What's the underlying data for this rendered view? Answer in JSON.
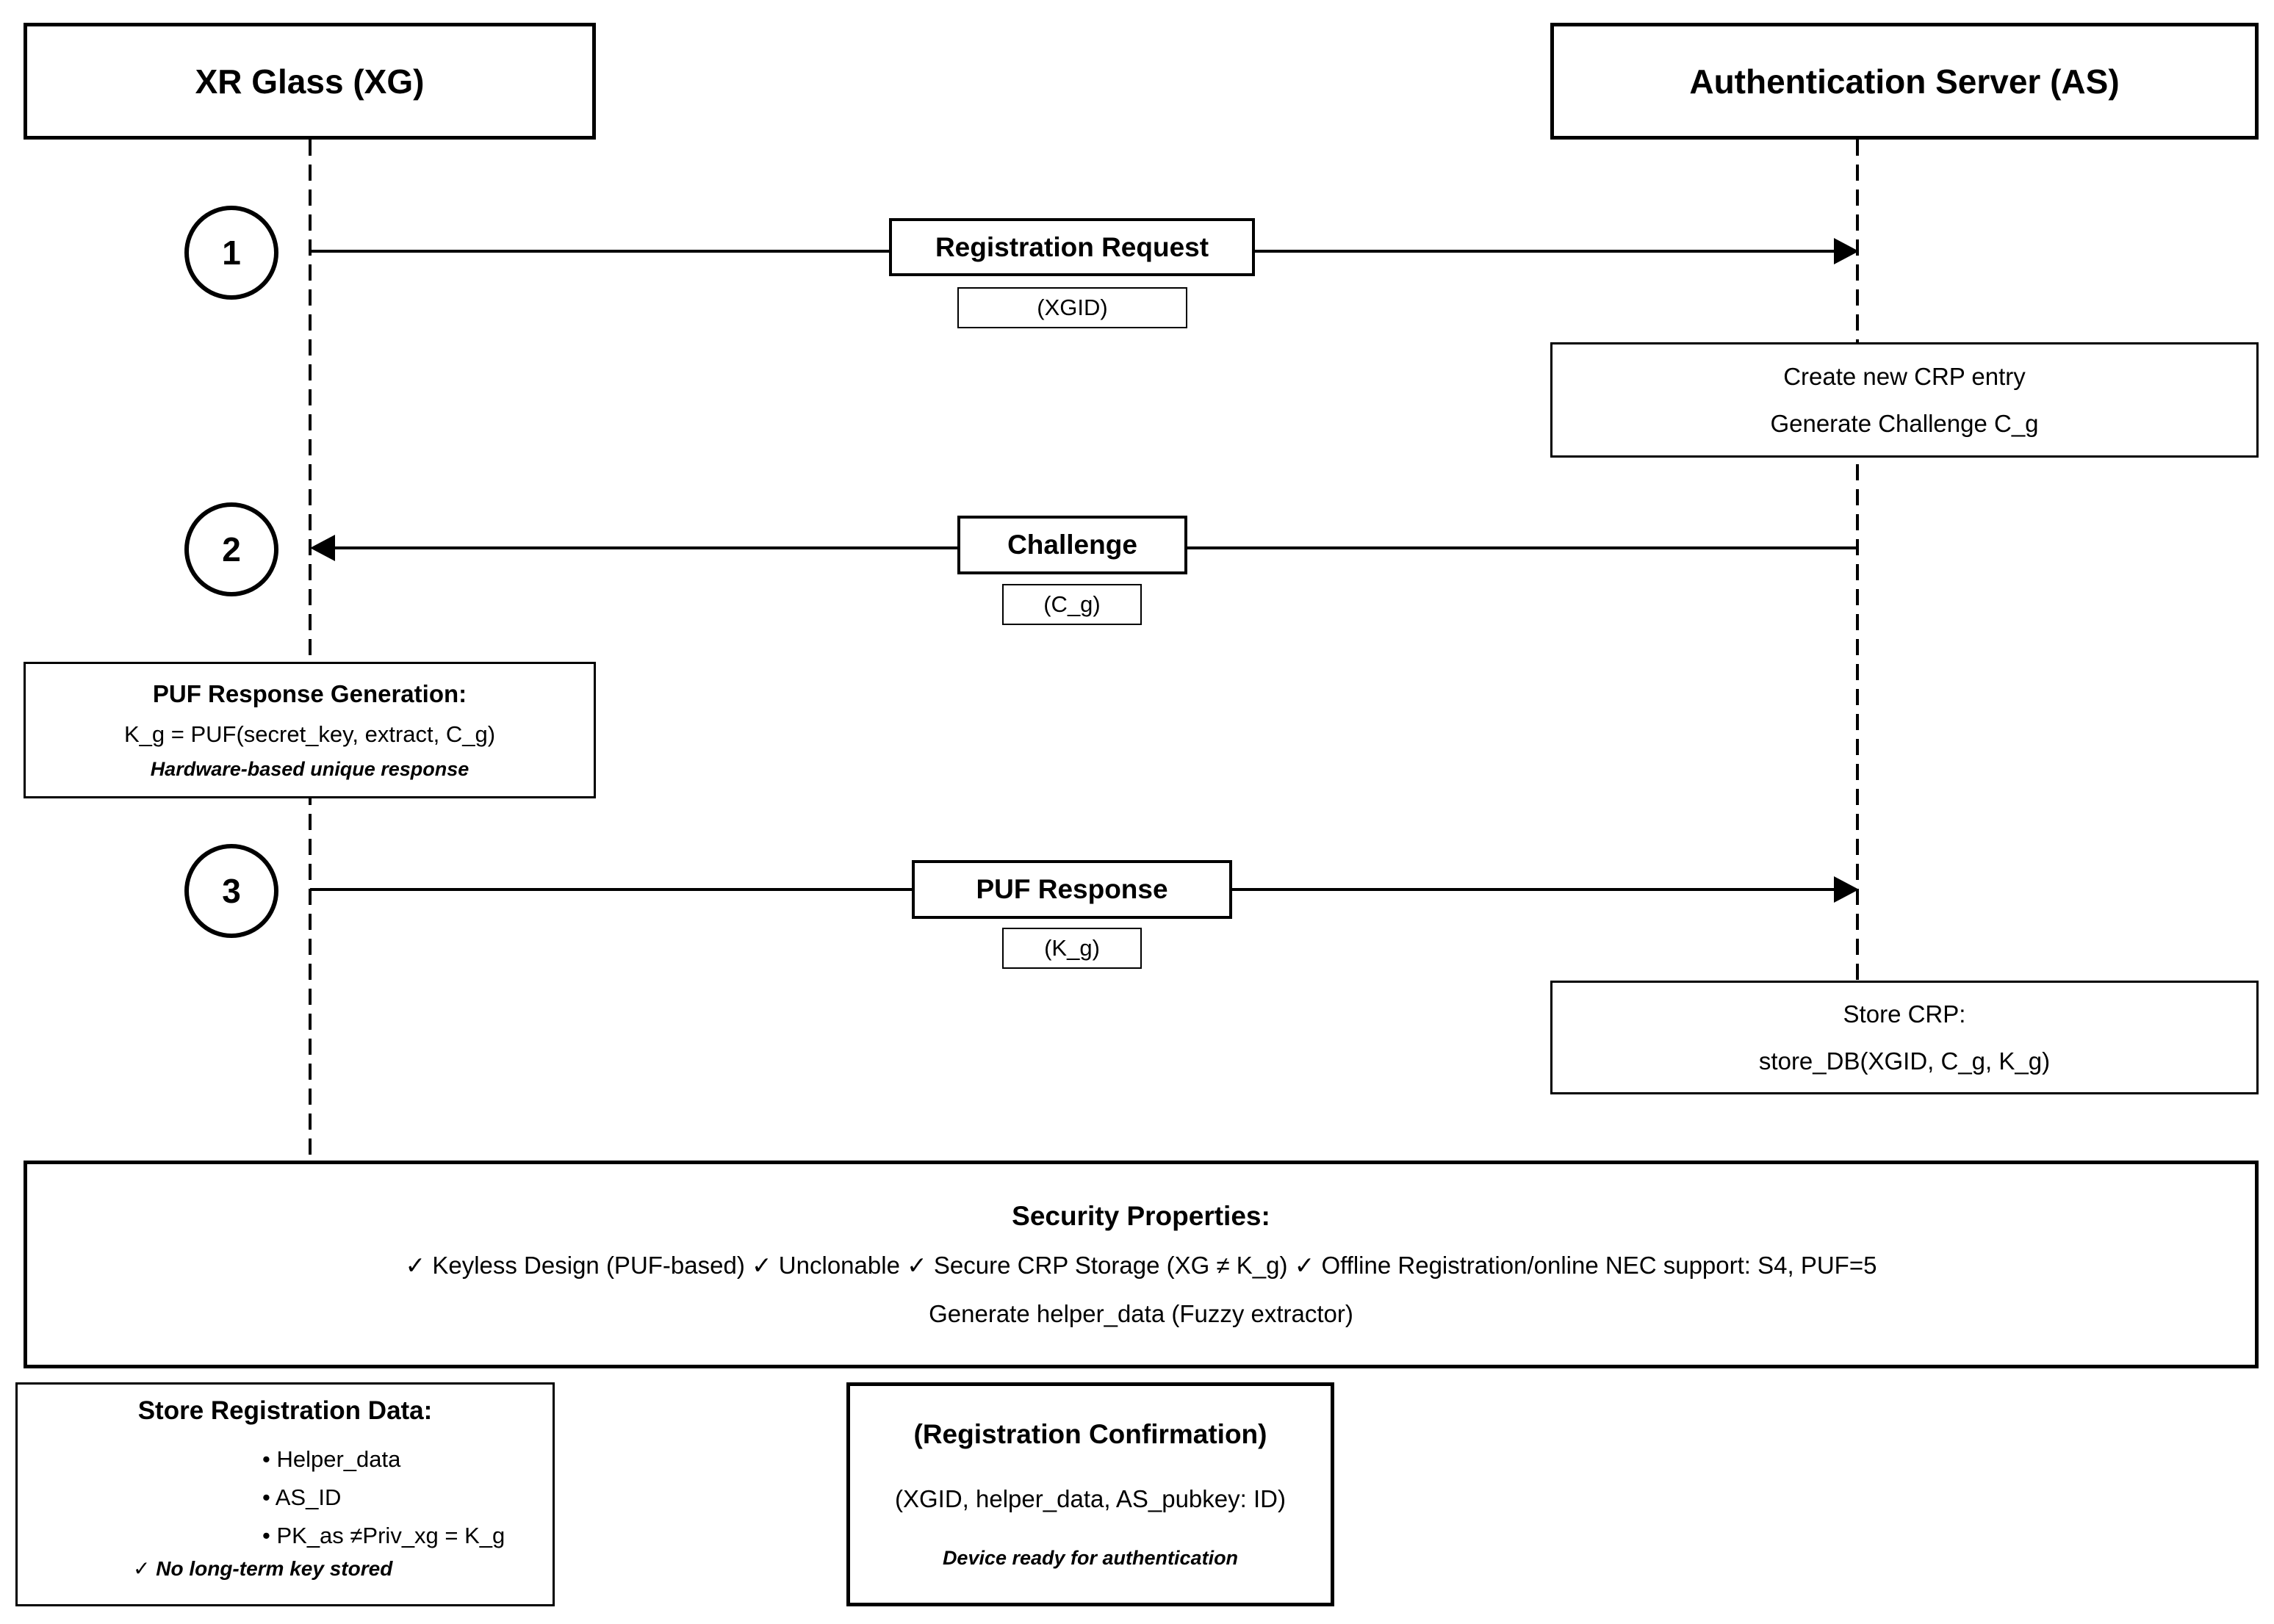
{
  "participants": {
    "xg": "XR Glass (XG)",
    "as": "Authentication Server (AS)"
  },
  "steps": [
    {
      "number": "1",
      "label": "Registration Request",
      "param": "(XGID)",
      "direction": "xg-to-as"
    },
    {
      "number": "2",
      "label": "Challenge",
      "param": "(C_g)",
      "direction": "as-to-xg"
    },
    {
      "number": "3",
      "label": "PUF Response",
      "param": "(K_g)",
      "direction": "xg-to-as"
    }
  ],
  "as_create": {
    "line1": "Create new CRP entry",
    "line2": "Generate Challenge C_g"
  },
  "puf_generation": {
    "title": "PUF Response Generation:",
    "formula": "K_g = PUF(secret_key, extract, C_g)",
    "note": "Hardware-based unique response"
  },
  "as_store": {
    "line1": "Store CRP:",
    "line2": "store_DB(XGID, C_g, K_g)"
  },
  "security": {
    "title": "Security Properties:",
    "line1": "✓ Keyless Design (PUF-based) ✓ Unclonable ✓ Secure CRP Storage (XG ≠ K_g) ✓ Offline Registration/online NEC support: S4, PUF=5",
    "line2": "Generate helper_data (Fuzzy extractor)"
  },
  "store_registration": {
    "title": "Store Registration Data:",
    "items": [
      "• Helper_data",
      "• AS_ID",
      "• PK_as ≠Priv_xg = K_g"
    ],
    "note": "✓ No long-term key stored"
  },
  "confirmation": {
    "title": "(Registration Confirmation)",
    "line": "(XGID, helper_data, AS_pubkey: ID)",
    "note": "Device ready for authentication"
  }
}
